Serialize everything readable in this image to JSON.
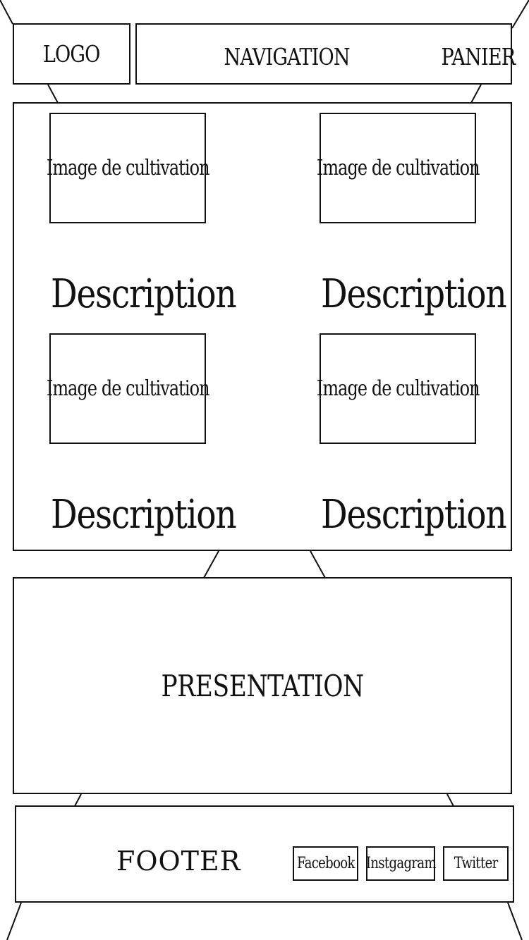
{
  "header": {
    "logo": "LOGO",
    "navigation": "NAVIGATION",
    "cart": "PANIER"
  },
  "products": {
    "items": [
      {
        "image_label": "Image de cultivation",
        "description": "Description"
      },
      {
        "image_label": "Image de cultivation",
        "description": "Description"
      },
      {
        "image_label": "Image de cultivation",
        "description": "Description"
      },
      {
        "image_label": "Image de cultivation",
        "description": "Description"
      }
    ]
  },
  "presentation": {
    "label": "PRESENTATION"
  },
  "footer": {
    "label": "FOOTER",
    "social": [
      "Facebook",
      "Instgagram",
      "Twitter"
    ]
  }
}
